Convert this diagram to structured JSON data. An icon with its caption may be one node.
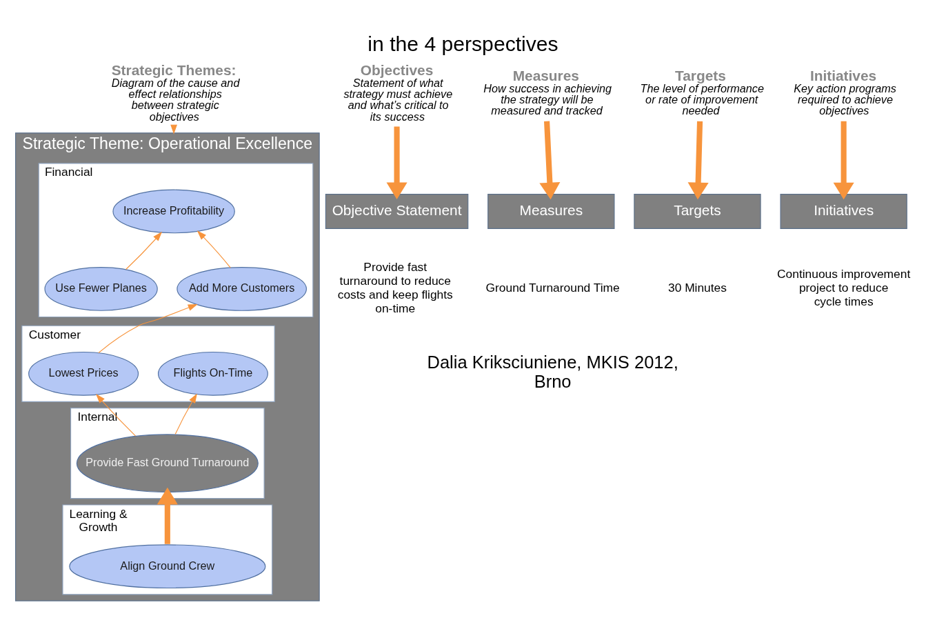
{
  "diagram": {
    "title": "in the 4 perspectives",
    "nodes": [
      {
        "text": [
          "Strategic Themes:",
          "Diagram of the cause and effect relationships between strategic objectives"
        ]
      },
      {
        "text": [
          "Strategic Theme: Operational Excellence"
        ]
      },
      {
        "text": [
          "Financial"
        ],
        "in": 1
      },
      {
        "text": [
          "Increase Profitability"
        ],
        "in": 2
      },
      {
        "text": [
          "Use Fewer Planes"
        ],
        "in": 2
      },
      {
        "text": [
          "Add More Customers"
        ],
        "in": 2
      },
      {
        "text": [
          "Customer"
        ],
        "in": 1
      },
      {
        "text": [
          "Flights On-Time"
        ],
        "in": 6
      },
      {
        "text": [
          "Lowest Prices"
        ],
        "in": 6
      },
      {
        "text": [
          "Internal"
        ],
        "in": 1
      },
      {
        "text": [
          "Provide Fast Ground Turnaround"
        ],
        "in": 9
      },
      {
        "text": [
          "Learning & Growth"
        ],
        "in": 1
      },
      {
        "text": [
          "Align Ground Crew"
        ],
        "in": 11
      },
      {
        "text": [
          "Objectives",
          "Statement of what strategy must achieve and what’s critical to its success"
        ]
      },
      {
        "text": [
          "Measures",
          "How success in achieving the strategy will be measured and tracked"
        ]
      },
      {
        "text": [
          "Targets",
          "The level of performance or rate of improvement needed"
        ]
      },
      {
        "text": [
          "Initiatives",
          "Key action programs required to achieve objectives"
        ]
      },
      {
        "text": [
          "Objective Statement"
        ]
      },
      {
        "text": [
          "Measures"
        ]
      },
      {
        "text": [
          "Targets"
        ]
      },
      {
        "text": [
          "Initiatives"
        ]
      }
    ],
    "edges": [
      {
        "from": 0,
        "to": 1,
        "arrow": "to"
      },
      {
        "from": 4,
        "to": 3,
        "arrow": "to"
      },
      {
        "from": 5,
        "to": 3,
        "arrow": "to"
      },
      {
        "from": 8,
        "to": 5,
        "arrow": "to"
      },
      {
        "from": 10,
        "to": 7,
        "arrow": "to"
      },
      {
        "from": 10,
        "to": 8,
        "arrow": "to"
      },
      {
        "from": 12,
        "to": 10,
        "arrow": "to",
        "style": "thick"
      },
      {
        "from": 13,
        "to": 17,
        "arrow": "to",
        "style": "thick"
      },
      {
        "from": 14,
        "to": 18,
        "arrow": "to",
        "style": "thick"
      },
      {
        "from": 15,
        "to": 19,
        "arrow": "to",
        "style": "thick"
      },
      {
        "from": 16,
        "to": 20,
        "arrow": "to",
        "style": "thick"
      }
    ],
    "labels": [
      "Provide fast turnaround to reduce costs and keep flights on-time",
      "Ground Turnaround Time",
      "30 Minutes",
      "Continuous improvement project to reduce cycle times",
      "Dalia Kriksciuniene, MKIS 2012, Brno"
    ]
  }
}
